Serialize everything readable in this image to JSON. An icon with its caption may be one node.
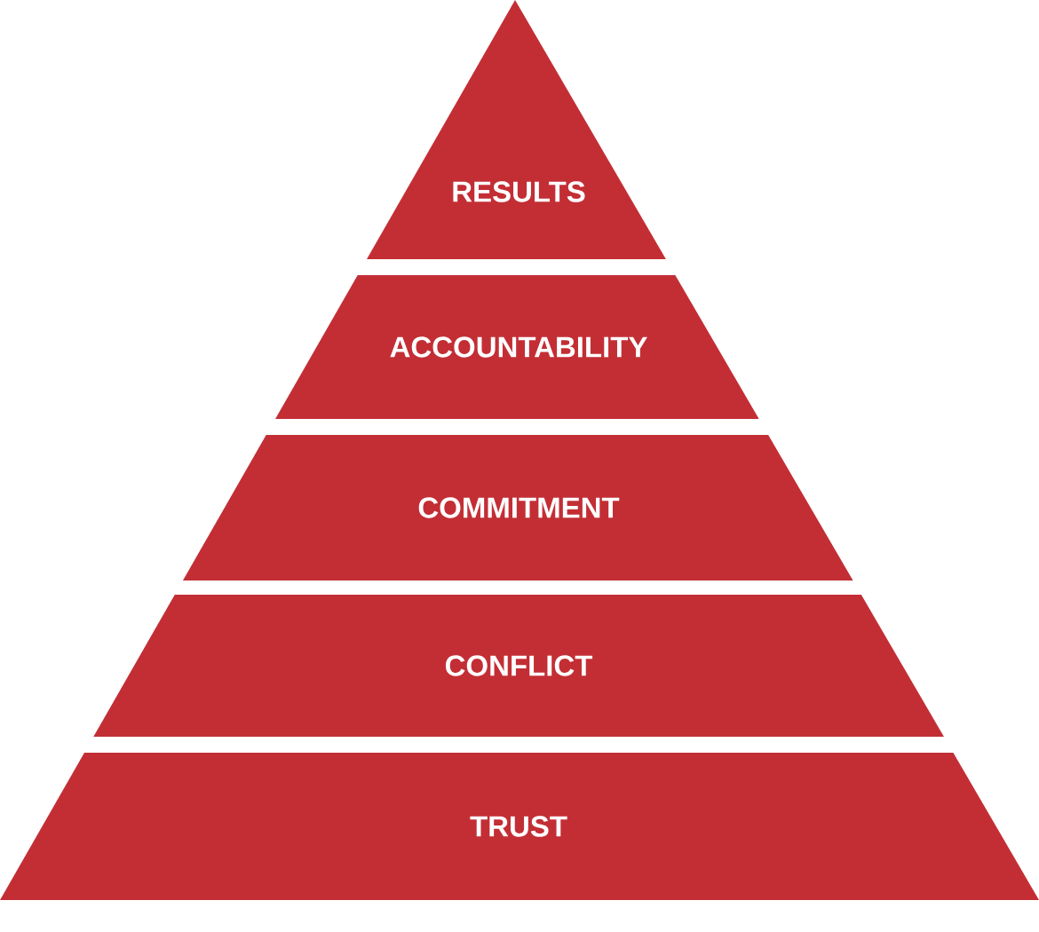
{
  "diagram": {
    "nodes": [
      {
        "text": [
          "RESULTS"
        ]
      },
      {
        "text": [
          "ACCOUNTABILITY"
        ]
      },
      {
        "text": [
          "COMMITMENT"
        ]
      },
      {
        "text": [
          "CONFLICT"
        ]
      },
      {
        "text": [
          "TRUST"
        ]
      }
    ]
  }
}
